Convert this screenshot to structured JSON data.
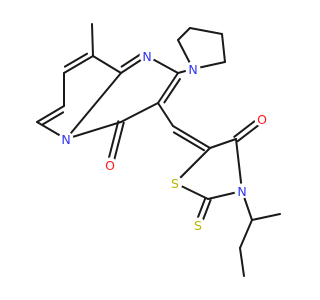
{
  "molecule": {
    "description_colors": {
      "carbon_bond": "#1a1a1a",
      "nitrogen": "#2f35f0",
      "oxygen": "#ff1a1a",
      "sulfur": "#b8b800"
    },
    "atom_labels": {
      "n_ring_top": "N",
      "n_ring_bridge": "N",
      "n_pyrrolidine": "N",
      "o_pyrimidinone": "O",
      "o_thiazolidinone": "O",
      "s_ring": "S",
      "s_thione": "S",
      "n_thiazolidinone": "N"
    }
  }
}
